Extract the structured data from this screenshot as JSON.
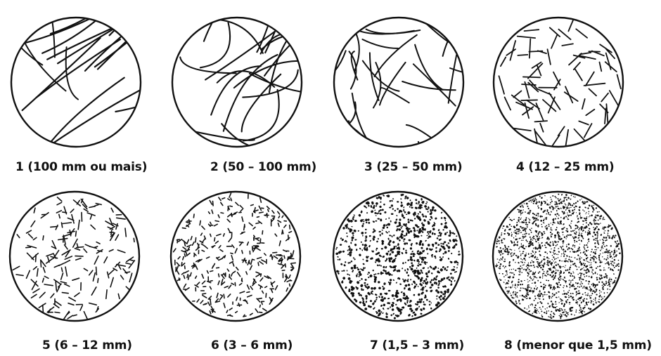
{
  "figure": {
    "samples": [
      {
        "label": "1 (100 mm ou mais)",
        "texture": "long-lines"
      },
      {
        "label": "2 (50 – 100 mm)",
        "texture": "long-curves"
      },
      {
        "label": "3 (25 – 50 mm)",
        "texture": "medium-curves"
      },
      {
        "label": "4 (12 – 25 mm)",
        "texture": "short-lines"
      },
      {
        "label": "5 (6 – 12 mm)",
        "texture": "short-dashes"
      },
      {
        "label": "6 (3 – 6 mm)",
        "texture": "small-dashes"
      },
      {
        "label": "7 (1,5 – 3 mm)",
        "texture": "dots"
      },
      {
        "label": "8 (menor que 1,5 mm)",
        "texture": "fine-dots"
      }
    ],
    "colors": {
      "stroke": "#111111",
      "background": "#ffffff"
    }
  }
}
